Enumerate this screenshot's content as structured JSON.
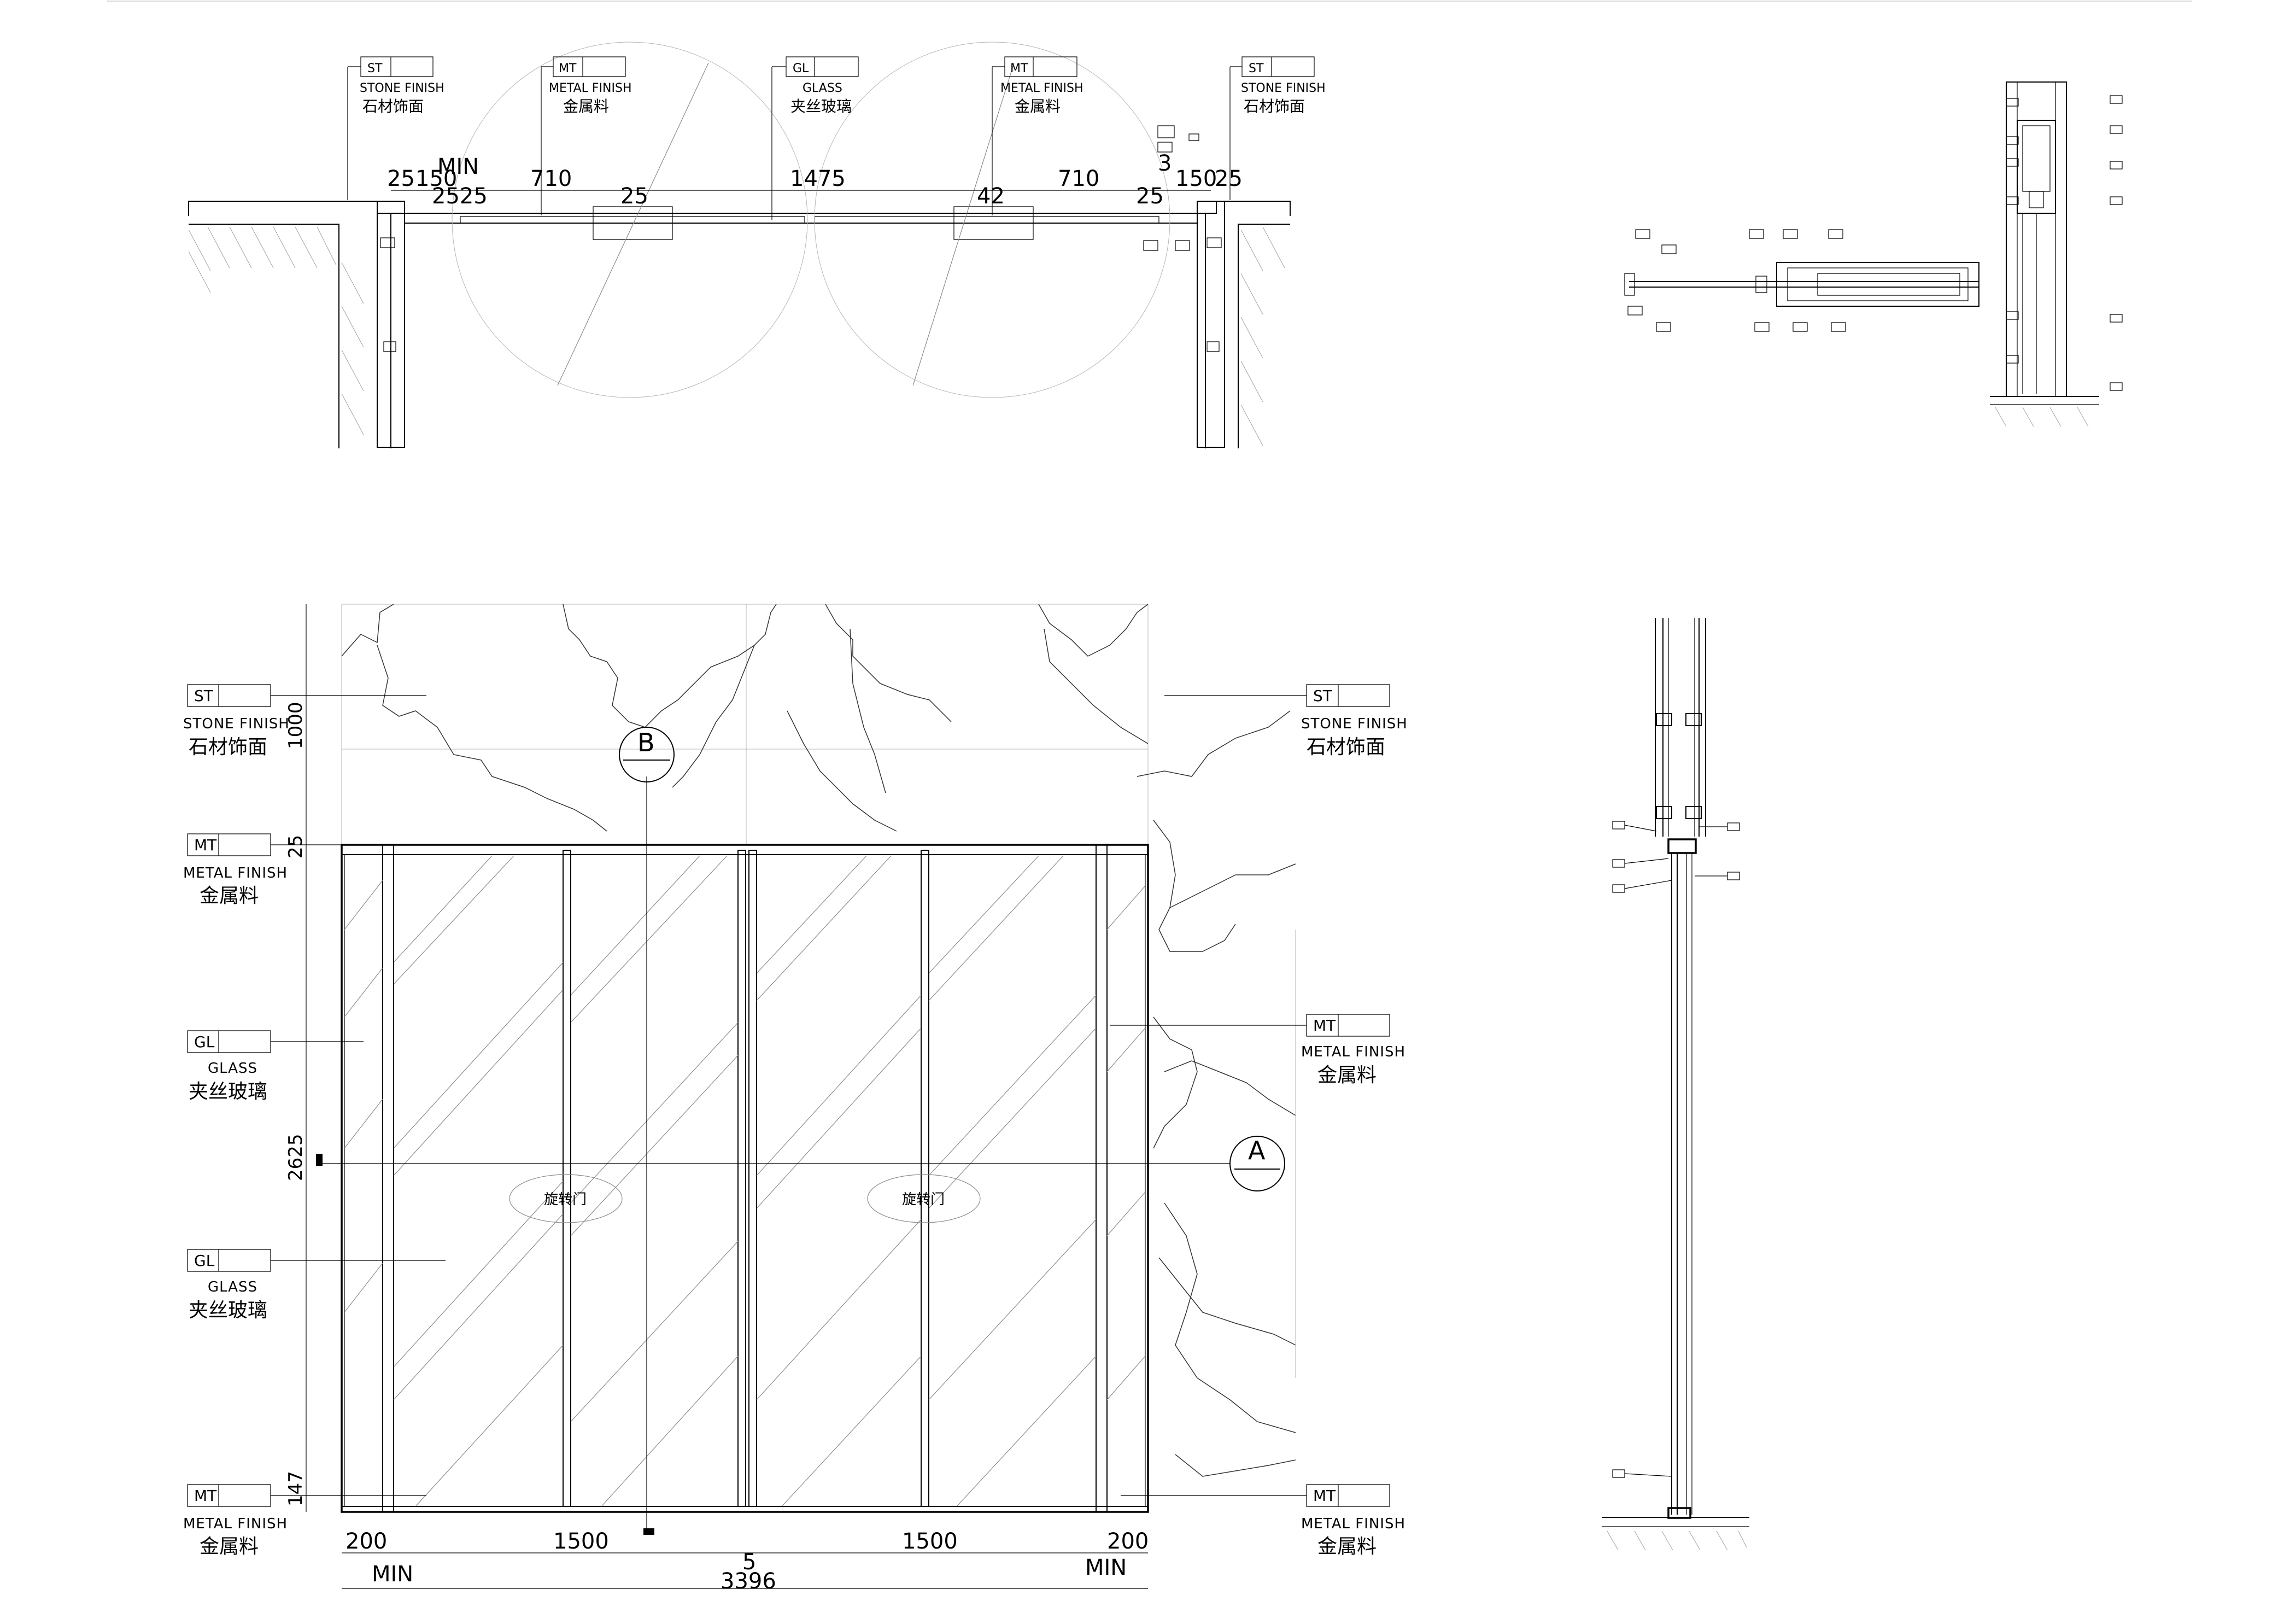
{
  "plan": {
    "tags": [
      {
        "code": "ST",
        "en": "STONE FINISH",
        "zh": "石材饰面"
      },
      {
        "code": "MT",
        "en": "METAL FINISH",
        "zh": "金属料"
      },
      {
        "code": "GL",
        "en": "GLASS",
        "zh": "夹丝玻璃"
      },
      {
        "code": "MT",
        "en": "METAL FINISH",
        "zh": "金属料"
      },
      {
        "code": "ST",
        "en": "STONE FINISH",
        "zh": "石材饰面"
      }
    ],
    "dims": {
      "d25a": "25",
      "d150a": "150",
      "min": "MIN",
      "d2525": "2525",
      "d710a": "710",
      "d25b": "25",
      "d1475": "1475",
      "d42": "42",
      "d710b": "710",
      "d3": "3",
      "d25c": "25",
      "d150b": "150",
      "d25d": "25"
    }
  },
  "elevation": {
    "tags": [
      {
        "code": "ST",
        "en": "STONE FINISH",
        "zh": "石材饰面"
      },
      {
        "code": "MT",
        "en": "METAL FINISH",
        "zh": "金属料"
      },
      {
        "code": "GL",
        "en": "GLASS",
        "zh": "夹丝玻璃"
      },
      {
        "code": "GL",
        "en": "GLASS",
        "zh": "夹丝玻璃"
      },
      {
        "code": "MT",
        "en": "METAL FINISH",
        "zh": "金属料"
      },
      {
        "code": "ST",
        "en": "STONE FINISH",
        "zh": "石材饰面"
      },
      {
        "code": "MT",
        "en": "METAL FINISH",
        "zh": "金属料"
      },
      {
        "code": "MT",
        "en": "METAL FINISH",
        "zh": "金属料"
      }
    ],
    "vdims": {
      "d1000": "1000",
      "d25": "25",
      "d2625": "2625",
      "d147": "147"
    },
    "hdims": {
      "d200a": "200",
      "d1500a": "1500",
      "d5": "5",
      "d1500b": "1500",
      "d200b": "200",
      "minL": "MIN",
      "total": "3396",
      "minR": "MIN"
    },
    "door_labels": [
      "旋转门",
      "旋转门"
    ],
    "sections": {
      "b": "B",
      "a": "A"
    }
  }
}
